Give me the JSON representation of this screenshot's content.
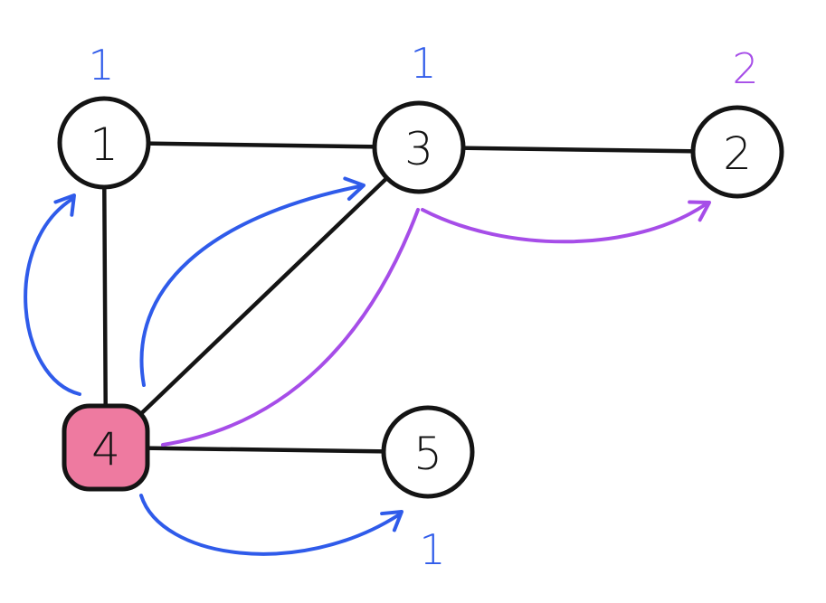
{
  "colors": {
    "ink": "#141414",
    "node_fill": "#ffffff",
    "highlight_fill": "#ee7aa0",
    "blue": "#2f5bea",
    "purple": "#a64de8"
  },
  "nodes": [
    {
      "id": "1",
      "label": "1",
      "highlighted": false
    },
    {
      "id": "3",
      "label": "3",
      "highlighted": false
    },
    {
      "id": "2",
      "label": "2",
      "highlighted": false
    },
    {
      "id": "4",
      "label": "4",
      "highlighted": true
    },
    {
      "id": "5",
      "label": "5",
      "highlighted": false
    }
  ],
  "edges": [
    {
      "from": "1",
      "to": "3"
    },
    {
      "from": "3",
      "to": "2"
    },
    {
      "from": "1",
      "to": "4"
    },
    {
      "from": "4",
      "to": "3"
    },
    {
      "from": "4",
      "to": "5"
    }
  ],
  "arrows": [
    {
      "from": "4",
      "to": "1",
      "color": "blue"
    },
    {
      "from": "4",
      "to": "3",
      "color": "blue"
    },
    {
      "from": "4",
      "to": "5",
      "color": "blue"
    },
    {
      "from": "4",
      "to": "3",
      "color": "purple"
    },
    {
      "from": "3",
      "to": "2",
      "color": "purple"
    }
  ],
  "annotations": [
    {
      "node": "1",
      "text": "1",
      "color": "blue"
    },
    {
      "node": "3",
      "text": "1",
      "color": "blue"
    },
    {
      "node": "2",
      "text": "2",
      "color": "purple"
    },
    {
      "node": "5",
      "text": "1",
      "color": "blue"
    }
  ]
}
